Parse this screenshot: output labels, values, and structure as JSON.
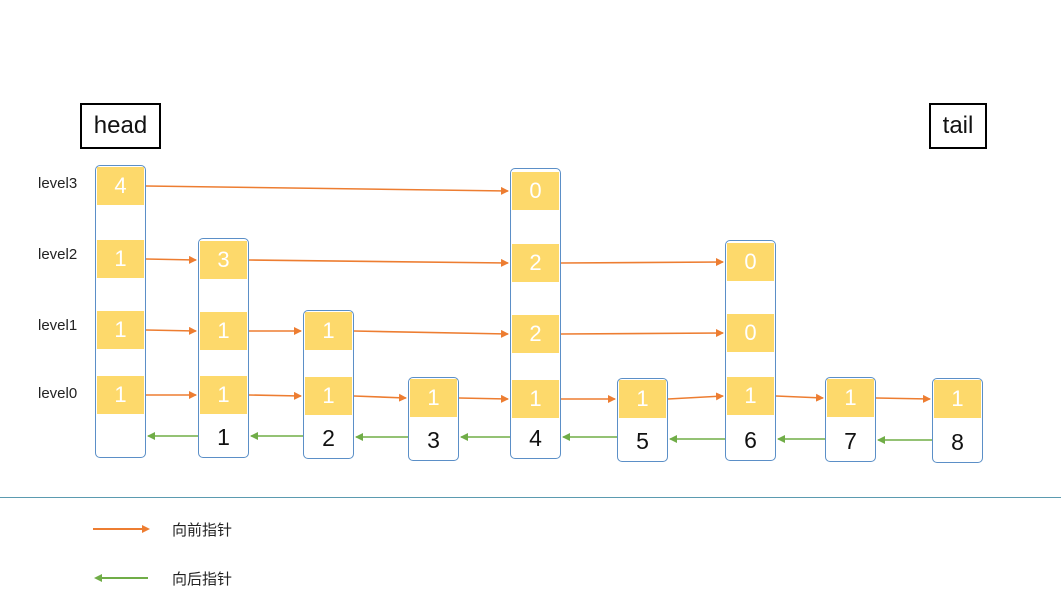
{
  "head_label": "head",
  "tail_label": "tail",
  "levels": [
    "level3",
    "level2",
    "level1",
    "level0"
  ],
  "nodes": [
    {
      "id": "head",
      "spans": {
        "3": "4",
        "2": "1",
        "1": "1",
        "0": "1"
      },
      "score": ""
    },
    {
      "id": "n1",
      "spans": {
        "2": "3",
        "1": "1",
        "0": "1"
      },
      "score": "1"
    },
    {
      "id": "n2",
      "spans": {
        "1": "1",
        "0": "1"
      },
      "score": "2"
    },
    {
      "id": "n3",
      "spans": {
        "0": "1"
      },
      "score": "3"
    },
    {
      "id": "n4",
      "spans": {
        "3": "0",
        "2": "2",
        "1": "2",
        "0": "1"
      },
      "score": "4"
    },
    {
      "id": "n5",
      "spans": {
        "0": "1"
      },
      "score": "5"
    },
    {
      "id": "n6",
      "spans": {
        "2": "0",
        "1": "0",
        "0": "1"
      },
      "score": "6"
    },
    {
      "id": "n7",
      "spans": {
        "0": "1"
      },
      "score": "7"
    },
    {
      "id": "n8",
      "spans": {
        "0": "1"
      },
      "score": "8"
    }
  ],
  "legend": {
    "forward": "向前指针",
    "backward": "向后指针",
    "forward_color": "#ed7d31",
    "backward_color": "#70ad47"
  },
  "colors": {
    "cell": "#fdd96b",
    "node_border": "#5b8fc7"
  }
}
